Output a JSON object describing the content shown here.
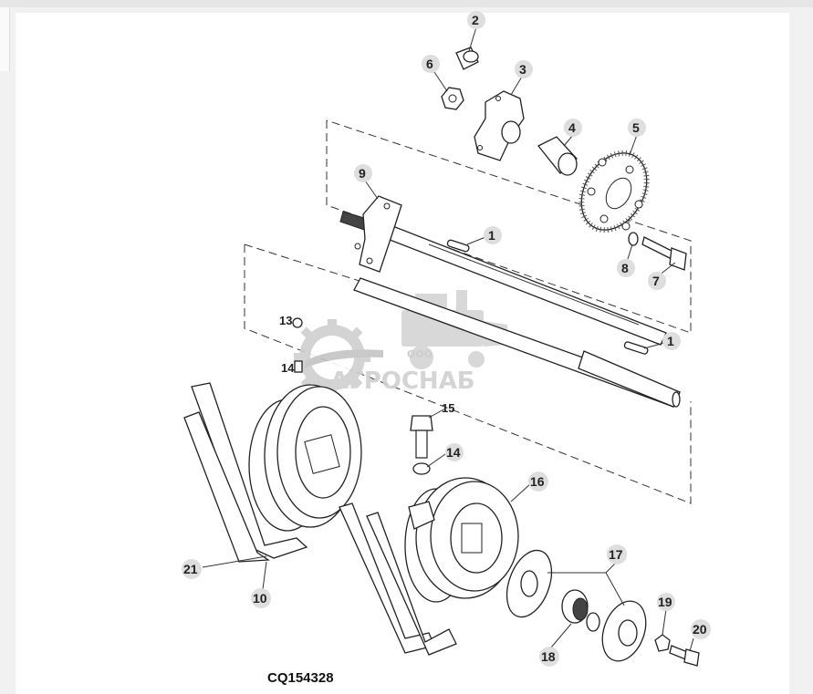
{
  "diagram": {
    "code": "CQ154328",
    "watermark": {
      "company": "АГРОСНАБ",
      "prefix": "ООО"
    },
    "callouts": {
      "c2": "2",
      "c6": "6",
      "c3": "3",
      "c4": "4",
      "c5": "5",
      "c9": "9",
      "c1a": "1",
      "c8": "8",
      "c7": "7",
      "c1b": "1",
      "c13": "13",
      "c15": "15",
      "c14top": "14",
      "c14": "14",
      "c16": "16",
      "c21": "21",
      "c10": "10",
      "c17": "17",
      "c19": "19",
      "c20": "20",
      "c18": "18"
    },
    "icons": [
      "gear-logo-icon",
      "combine-harvester-icon"
    ]
  }
}
